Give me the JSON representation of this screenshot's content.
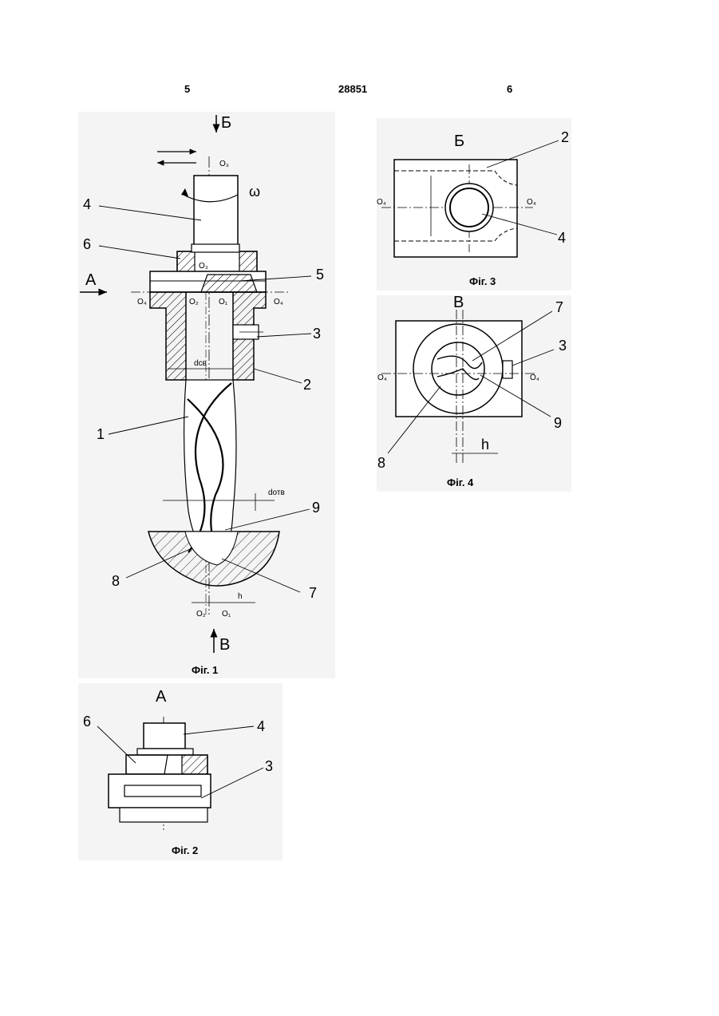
{
  "header": {
    "left_page": "5",
    "doc_number": "28851",
    "right_page": "6"
  },
  "fig1": {
    "caption": "Фіг. 1",
    "view_top_label": "Б",
    "view_side_label": "А",
    "view_bottom_label": "В",
    "omega": "ω",
    "d_bore": "dсв",
    "d_hole": "dотв",
    "h": "h",
    "axis_o1": "O₁",
    "axis_o2": "O₂",
    "axis_o3": "O₃",
    "axis_o4": "O₄",
    "part_labels": [
      "1",
      "2",
      "3",
      "4",
      "5",
      "6",
      "7",
      "8",
      "9"
    ]
  },
  "fig2": {
    "caption": "Фіг. 2",
    "view_label": "А",
    "part_labels": [
      "6",
      "4",
      "3"
    ]
  },
  "fig3": {
    "caption": "Фіг. 3",
    "view_label": "Б",
    "axis_o4": "O₄",
    "part_labels": [
      "2",
      "4"
    ]
  },
  "fig4": {
    "caption": "Фіг. 4",
    "view_label": "В",
    "axis_o4": "O₄",
    "h": "h",
    "part_labels": [
      "7",
      "3",
      "9",
      "8"
    ]
  }
}
